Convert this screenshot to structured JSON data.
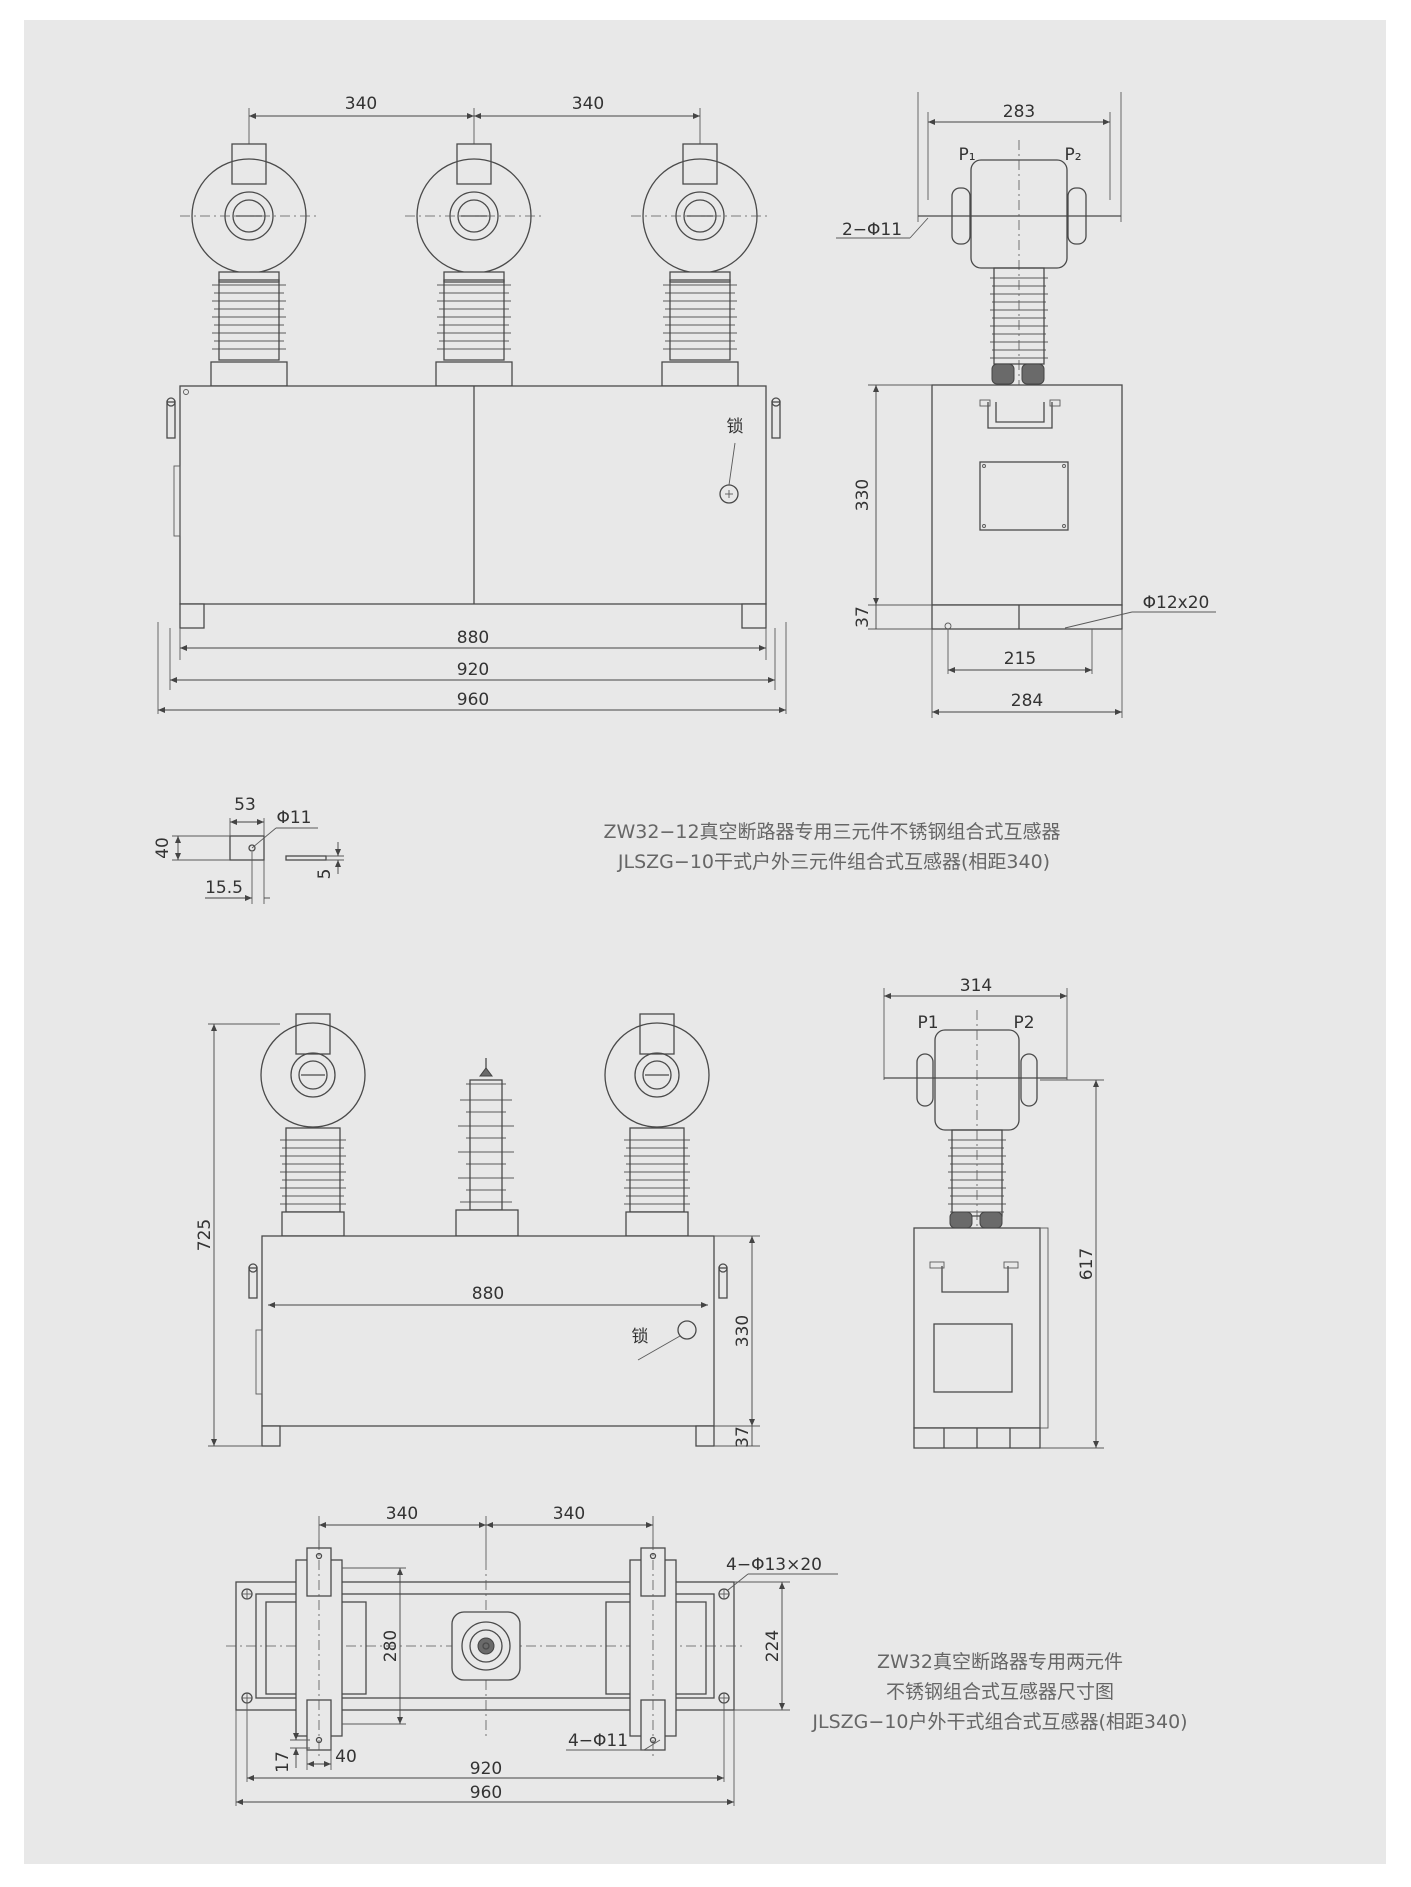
{
  "drawing1": {
    "dims": {
      "phase_spacing_left": "340",
      "phase_spacing_right": "340",
      "side_width_top": "283",
      "bolt_holes": "2−Φ11",
      "height": "330",
      "foot_height": "37",
      "slot": "Φ12x20",
      "mount_215": "215",
      "base_284": "284",
      "width_880": "880",
      "width_920": "920",
      "width_960": "960"
    },
    "lock_label": "锁",
    "side_labels": {
      "p1": "P₁",
      "p2": "P₂"
    }
  },
  "bracket": {
    "d53": "53",
    "d40": "40",
    "hole": "Φ11",
    "d5": "5",
    "d155": "15.5"
  },
  "caption1": {
    "line1": "ZW32−12真空断路器专用三元件不锈钢组合式互感器",
    "line2": "JLSZG−10干式户外三元件组合式互感器(相距340)"
  },
  "drawing2": {
    "dims": {
      "side_width": "314",
      "total_height": "725",
      "width_880": "880",
      "height": "330",
      "foot_height": "37",
      "side_height": "617"
    },
    "lock_label": "锁",
    "side_labels": {
      "p1": "P1",
      "p2": "P2"
    }
  },
  "drawing3": {
    "dims": {
      "spacing_left": "340",
      "spacing_right": "340",
      "mount_holes": "4−Φ13×20",
      "d280": "280",
      "d224": "224",
      "holes_small": "4−Φ11",
      "d17": "17",
      "d40": "40",
      "d920": "920",
      "d960": "960"
    }
  },
  "caption2": {
    "line1": "ZW32真空断路器专用两元件",
    "line2": "不锈钢组合式互感器尺寸图",
    "line3": "JLSZG−10户外干式组合式互感器(相距340)"
  }
}
